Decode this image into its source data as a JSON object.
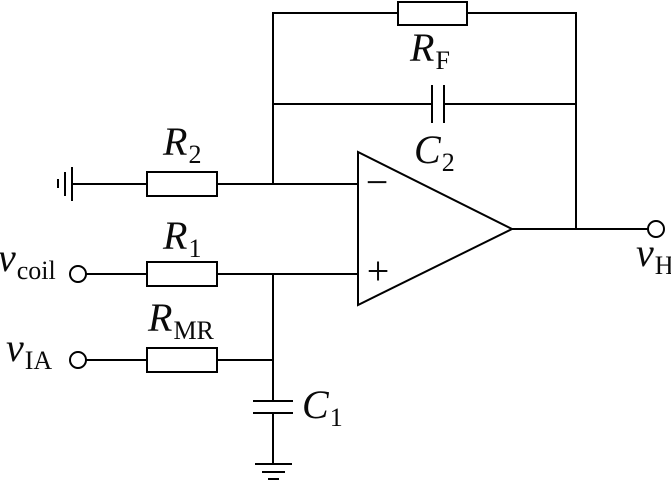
{
  "figure": {
    "type": "circuit-schematic",
    "description": "Op-amp low-pass amplifier stage with RF/C2 feedback, inputs v_coil and v_IA, output v_H",
    "background_color": "#ffffff",
    "line_color": "#000000",
    "text_color": "#0a0a0a"
  },
  "labels": {
    "rf": {
      "main": "R",
      "sub": "F"
    },
    "c2": {
      "main": "C",
      "sub": "2"
    },
    "r2": {
      "main": "R",
      "sub": "2"
    },
    "r1": {
      "main": "R",
      "sub": "1"
    },
    "rmr": {
      "main": "R",
      "sub": "MR"
    },
    "c1": {
      "main": "C",
      "sub": "1"
    },
    "vcoil": {
      "main": "v",
      "sub": "coil"
    },
    "via": {
      "main": "v",
      "sub": "IA"
    },
    "vh": {
      "main": "v",
      "sub": "H"
    }
  },
  "opamp": {
    "inverting_sign": "−",
    "noninverting_sign": "+"
  }
}
